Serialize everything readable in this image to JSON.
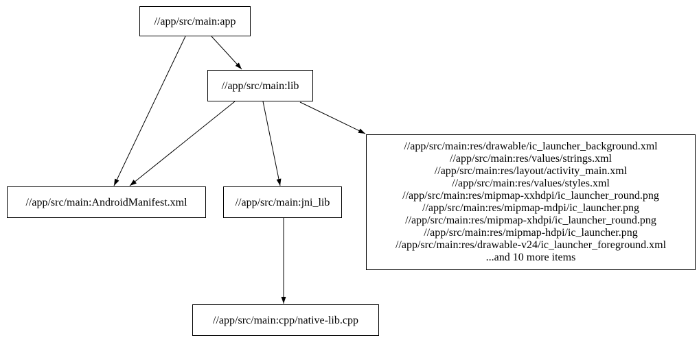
{
  "diagram": {
    "type": "dependency-graph",
    "nodes": {
      "app": {
        "label": "//app/src/main:app"
      },
      "lib": {
        "label": "//app/src/main:lib"
      },
      "android_manifest": {
        "label": "//app/src/main:AndroidManifest.xml"
      },
      "jni_lib": {
        "label": "//app/src/main:jni_lib"
      },
      "resources": {
        "lines": [
          "//app/src/main:res/drawable/ic_launcher_background.xml",
          "//app/src/main:res/values/strings.xml",
          "//app/src/main:res/layout/activity_main.xml",
          "//app/src/main:res/values/styles.xml",
          "//app/src/main:res/mipmap-xxhdpi/ic_launcher_round.png",
          "//app/src/main:res/mipmap-mdpi/ic_launcher.png",
          "//app/src/main:res/mipmap-xhdpi/ic_launcher_round.png",
          "//app/src/main:res/mipmap-hdpi/ic_launcher.png",
          "//app/src/main:res/drawable-v24/ic_launcher_foreground.xml",
          "...and 10 more items"
        ]
      },
      "native_lib_cpp": {
        "label": "//app/src/main:cpp/native-lib.cpp"
      }
    },
    "edges": [
      {
        "from": "app",
        "to": "lib"
      },
      {
        "from": "app",
        "to": "android_manifest"
      },
      {
        "from": "lib",
        "to": "android_manifest"
      },
      {
        "from": "lib",
        "to": "jni_lib"
      },
      {
        "from": "lib",
        "to": "resources"
      },
      {
        "from": "jni_lib",
        "to": "native_lib_cpp"
      }
    ],
    "colors": {
      "background": "#ffffff",
      "node_border": "#000000",
      "edge": "#000000",
      "text": "#000000"
    }
  }
}
